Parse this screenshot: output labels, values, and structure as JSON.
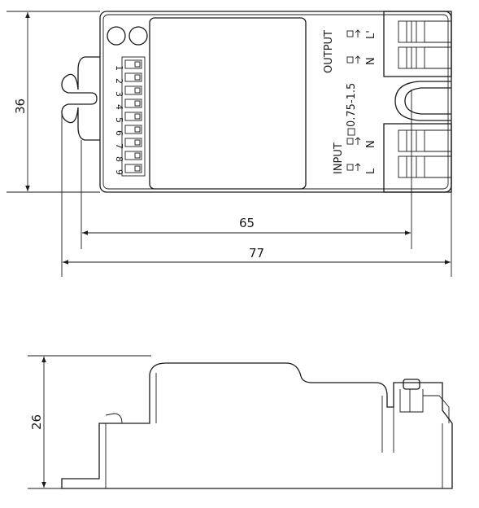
{
  "top_view": {
    "dims": {
      "height": "36",
      "inner_width": "65",
      "overall_width": "77"
    },
    "dip_numbers": [
      "1",
      "2",
      "3",
      "4",
      "5",
      "6",
      "7",
      "8",
      "9"
    ],
    "output_label": "OUTPUT",
    "input_label": "INPUT",
    "output_terminals": [
      "L'",
      "N"
    ],
    "input_terminals": [
      "N",
      "L"
    ],
    "wire_spec": "0.75-1.5"
  },
  "side_view": {
    "dims": {
      "height": "26"
    }
  }
}
